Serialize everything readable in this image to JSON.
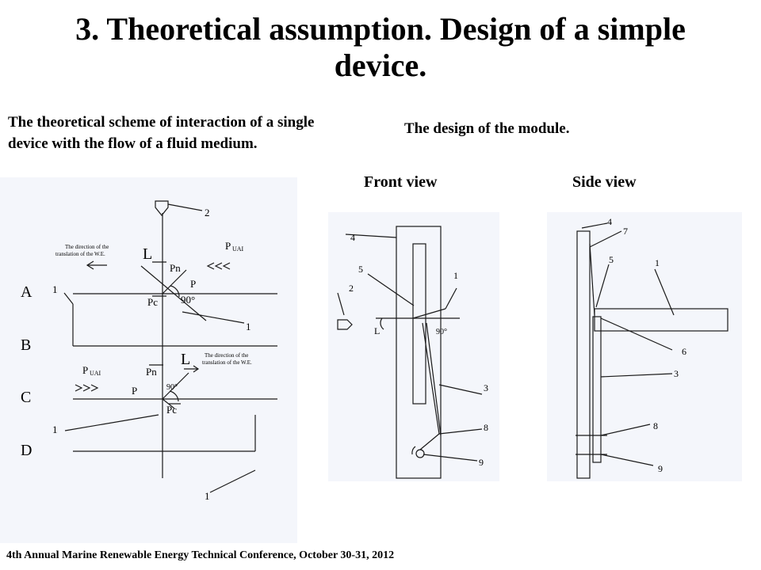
{
  "slide": {
    "title_line1": "3. Theoretical assumption. Design of a simple",
    "title_line2": "device.",
    "left_caption": "The theoretical scheme of interaction of a single device with the flow of a fluid medium.",
    "right_caption": "The design of the module.",
    "front_view_label": "Front view",
    "side_view_label": "Side view",
    "footer": "4th Annual Marine Renewable Energy Technical Conference, October 30-31, 2012"
  },
  "scheme": {
    "layer_labels": [
      "A",
      "B",
      "C",
      "D"
    ],
    "label_2": "2",
    "label_1": "1",
    "label_L": "L",
    "label_Pn": "Pn",
    "label_P": "P",
    "label_Pc": "Pc",
    "label_90": "90°",
    "label_PUAI": "P",
    "label_PUAI_sub": "UAI",
    "direction_text_1": "The direction of the",
    "direction_text_2": "translation of the W.E.",
    "direction_text_b1": "The direction of the",
    "direction_text_b2": "translation of the W.E."
  },
  "front": {
    "labels": [
      "4",
      "5",
      "1",
      "2",
      "L",
      "90°",
      "3",
      "8",
      "9"
    ]
  },
  "side": {
    "labels": [
      "4",
      "7",
      "5",
      "1",
      "6",
      "3",
      "8",
      "9"
    ]
  },
  "colors": {
    "drawing_bg": "#f4f6fb",
    "line": "#1a1a1a"
  }
}
